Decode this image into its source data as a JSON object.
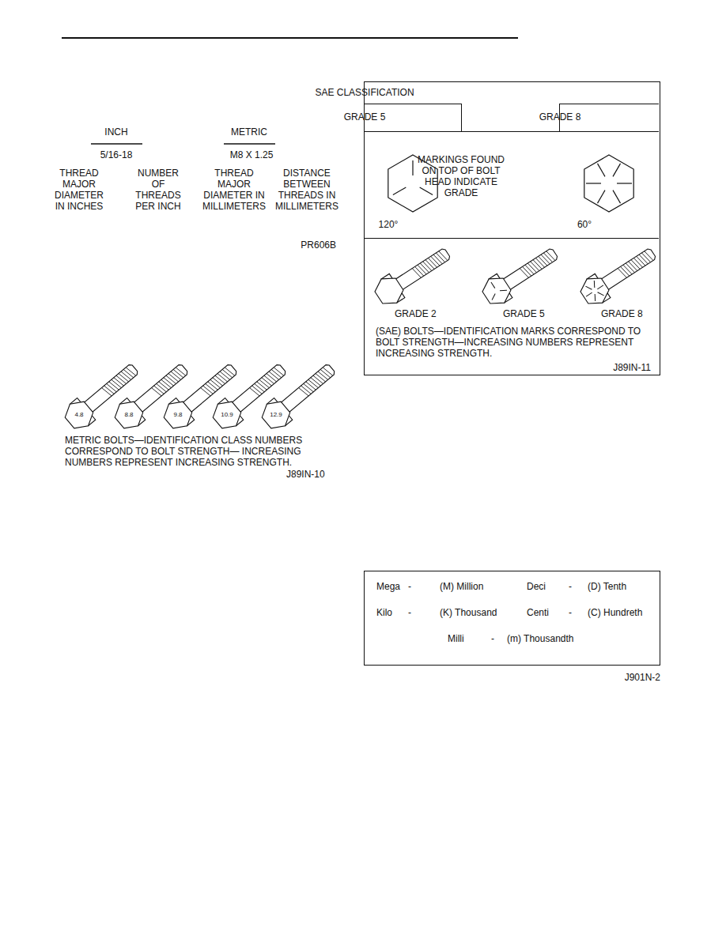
{
  "diagram": {
    "nodes": [
      {
        "text": [
          "SAE CLASSIFICATION"
        ]
      },
      {
        "text": [
          "GRADE 5"
        ],
        "in": 0
      },
      {
        "text": [
          "GRADE 8"
        ],
        "in": 0
      },
      {
        "text": [
          "MARKINGS FOUND ON TOP OF BOLT HEAD INDICATE GRADE",
          "120°",
          "60°"
        ],
        "in": 0
      },
      {
        "text": [
          "GRADE 2",
          "GRADE 5",
          "GRADE 8",
          "(SAE) BOLTS—IDENTIFICATION MARKS CORRESPOND TO BOLT STRENGTH—INCREASING NUMBERS REPRESENT INCREASING STRENGTH.",
          "J89IN-11"
        ],
        "in": 0
      },
      {
        "text": [
          "Mega",
          "-",
          "(M) Million",
          "Deci",
          "-",
          "(D) Tenth",
          "Kilo",
          "-",
          "(K) Thousand",
          "Centi",
          "-",
          "(C) Hundreth",
          "Milli",
          "-",
          "(m) Thousandth"
        ]
      }
    ],
    "labels": [
      "INCH",
      "5/16-18",
      "METRIC",
      "M8 X 1.25",
      "THREAD MAJOR DIAMETER IN INCHES",
      "NUMBER OF THREADS PER INCH",
      "THREAD MAJOR DIAMETER IN MILLIMETERS",
      "DISTANCE BETWEEN THREADS IN MILLIMETERS",
      "PR606B",
      "4.8",
      "8.8",
      "9.8",
      "10.9",
      "12.9",
      "METRIC BOLTS—IDENTIFICATION CLASS NUMBERS CORRESPOND TO BOLT STRENGTH— INCREASING NUMBERS REPRESENT INCREASING STRENGTH.",
      "J89IN-10",
      "J901N-2"
    ]
  }
}
